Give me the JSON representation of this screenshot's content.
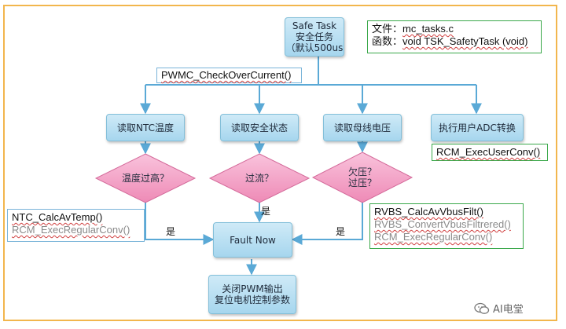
{
  "nodes": {
    "safe_task": {
      "line1": "Safe Task",
      "line2": "安全任务",
      "line3": "（默认500us"
    },
    "read_ntc": "读取NTC温度",
    "read_safety": "读取安全状态",
    "read_bus": "读取母线电压",
    "user_adc": "执行用户ADC转换",
    "temp_high": "温度过高？",
    "overcurrent": "过流？",
    "bus_fault": {
      "line1": "欠压？",
      "line2": "过压？"
    },
    "fault_now": "Fault Now",
    "shutdown": {
      "line1": "关闭PWM输出",
      "line2": "复位电机控制参数"
    }
  },
  "code": {
    "file_info": {
      "file_label": "文件：",
      "file_name": "mc_tasks.c",
      "func_label": "函数：",
      "func_sig": "void TSK_SafetyTask (void)"
    },
    "check_overcurrent": "PWMC_CheckOverCurrent()",
    "user_conv": "RCM_ExecUserConv()",
    "ntc": {
      "calc": "NTC_CalcAvTemp()",
      "regular": "RCM_ExecRegularConv()"
    },
    "vbus": {
      "filt": "RVBS_CalcAvVbusFilt()",
      "convert": "RVBS_ConvertVbusFiltrered()",
      "regular": "RCM_ExecRegularConv()"
    }
  },
  "labels": {
    "yes_left": "是",
    "yes_middle": "是",
    "yes_right": "是"
  },
  "watermark": {
    "icon": "wechat-icon",
    "text": "AI电堂"
  },
  "colors": {
    "frame": "#f2b64d",
    "connector": "#5aa9d6",
    "box_fill": "#b9e0f3",
    "diamond_fill": "#f5a0c4",
    "code_border_green": "#3aa84a"
  }
}
